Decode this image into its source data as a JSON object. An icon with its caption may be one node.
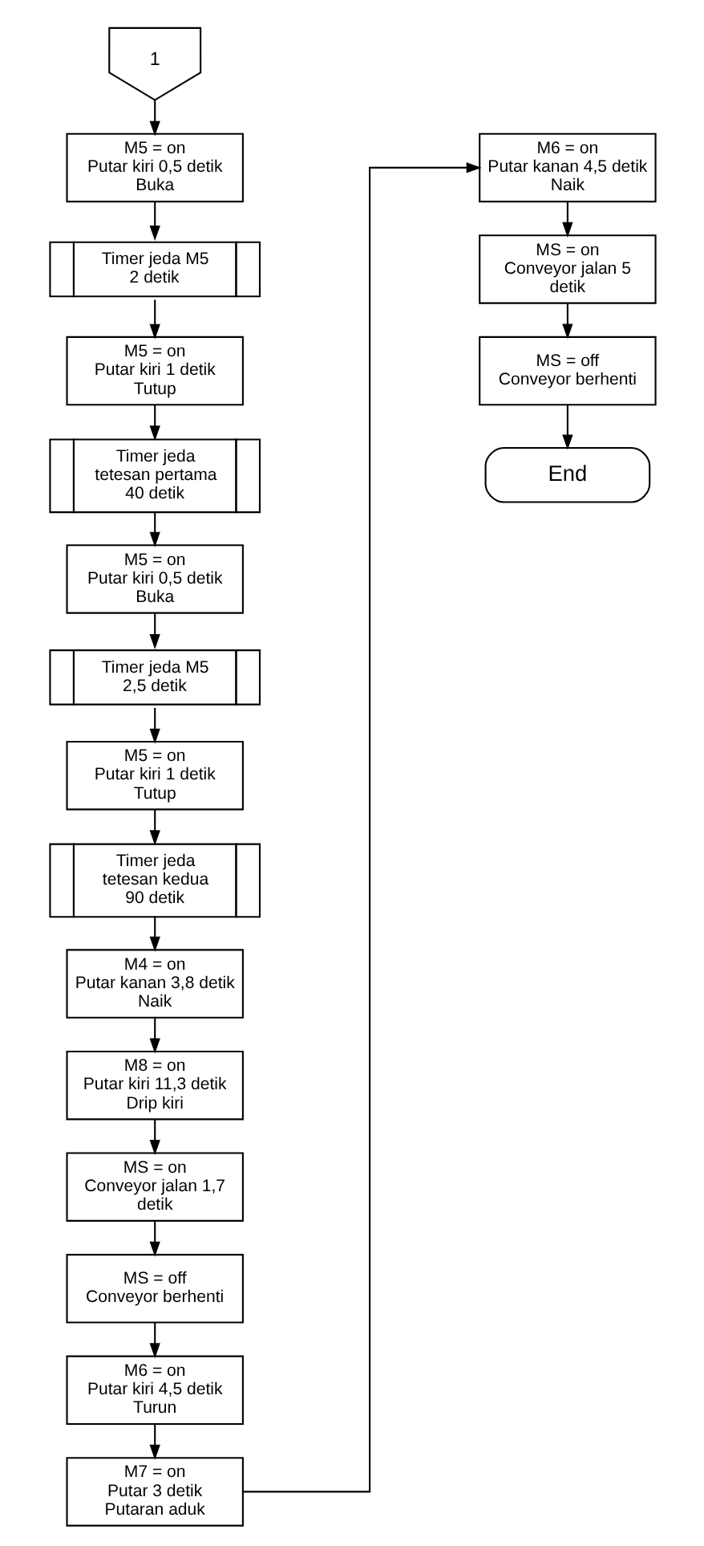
{
  "diagram": {
    "nodes": [
      {
        "text": [
          "1"
        ]
      },
      {
        "text": [
          "M5 = on",
          "Putar kiri 0,5 detik",
          "Buka"
        ]
      },
      {
        "text": [
          "Timer jeda M5",
          "2 detik"
        ]
      },
      {
        "text": [
          "M5 = on",
          "Putar kiri 1 detik",
          "Tutup"
        ]
      },
      {
        "text": [
          "Timer jeda tetesan pertama",
          "40 detik"
        ]
      },
      {
        "text": [
          "M5 = on",
          "Putar kiri 0,5 detik",
          "Buka"
        ]
      },
      {
        "text": [
          "Timer jeda M5",
          "2,5 detik"
        ]
      },
      {
        "text": [
          "M5 = on",
          "Putar kiri 1 detik",
          "Tutup"
        ]
      },
      {
        "text": [
          "Timer jeda tetesan kedua",
          "90 detik"
        ]
      },
      {
        "text": [
          "M4 = on",
          "Putar kanan 3,8 detik",
          "Naik"
        ]
      },
      {
        "text": [
          "M8 = on",
          "Putar kiri 11,3 detik",
          "Drip kiri"
        ]
      },
      {
        "text": [
          "MS = on",
          "Conveyor jalan 1,7 detik"
        ]
      },
      {
        "text": [
          "MS = off",
          "Conveyor berhenti"
        ]
      },
      {
        "text": [
          "M6 = on",
          "Putar kiri 4,5 detik",
          "Turun"
        ]
      },
      {
        "text": [
          "M7 = on",
          "Putar 3 detik",
          "Putaran aduk"
        ]
      },
      {
        "text": [
          "M6 = on",
          "Putar kanan 4,5 detik",
          "Naik"
        ]
      },
      {
        "text": [
          "MS = on",
          "Conveyor jalan 5 detik"
        ]
      },
      {
        "text": [
          "MS = off",
          "Conveyor berhenti"
        ]
      },
      {
        "text": [
          "End"
        ]
      }
    ],
    "edges": [
      {
        "from": 0,
        "to": 1,
        "arrow": "to"
      },
      {
        "from": 1,
        "to": 2,
        "arrow": "to"
      },
      {
        "from": 2,
        "to": 3,
        "arrow": "to"
      },
      {
        "from": 3,
        "to": 4,
        "arrow": "to"
      },
      {
        "from": 4,
        "to": 5,
        "arrow": "to"
      },
      {
        "from": 5,
        "to": 6,
        "arrow": "to"
      },
      {
        "from": 6,
        "to": 7,
        "arrow": "to"
      },
      {
        "from": 7,
        "to": 8,
        "arrow": "to"
      },
      {
        "from": 8,
        "to": 9,
        "arrow": "to"
      },
      {
        "from": 9,
        "to": 10,
        "arrow": "to"
      },
      {
        "from": 10,
        "to": 11,
        "arrow": "to"
      },
      {
        "from": 11,
        "to": 12,
        "arrow": "to"
      },
      {
        "from": 12,
        "to": 13,
        "arrow": "to"
      },
      {
        "from": 13,
        "to": 14,
        "arrow": "to"
      },
      {
        "from": 14,
        "to": 15,
        "arrow": "to"
      },
      {
        "from": 15,
        "to": 16,
        "arrow": "to"
      },
      {
        "from": 16,
        "to": 17,
        "arrow": "to"
      },
      {
        "from": 17,
        "to": 18,
        "arrow": "to"
      }
    ]
  }
}
